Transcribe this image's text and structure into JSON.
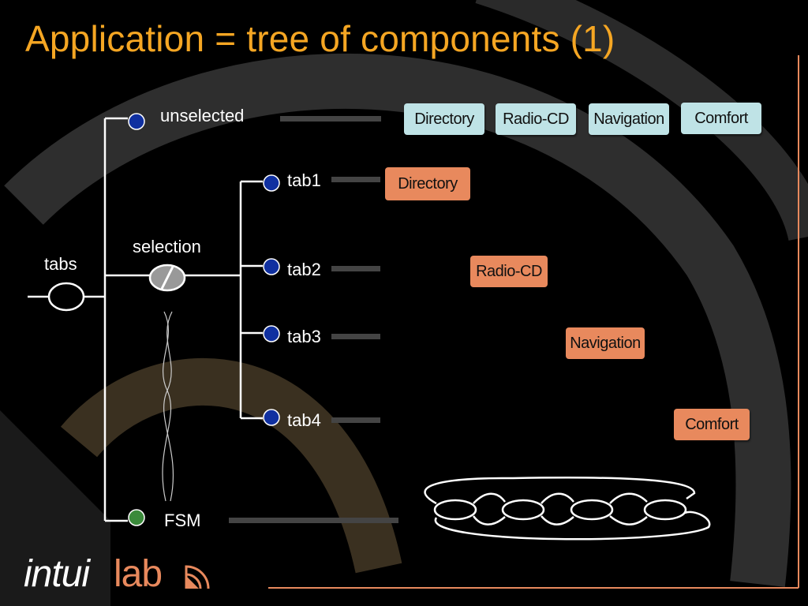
{
  "title": "Application = tree of components (1)",
  "nodes": {
    "tabs": "tabs",
    "selection": "selection",
    "unselected": "unselected",
    "tab1": "tab1",
    "tab2": "tab2",
    "tab3": "tab3",
    "tab4": "tab4",
    "fsm": "FSM"
  },
  "unselected_components": [
    "Directory",
    "Radio-CD",
    "Navigation",
    "Comfort"
  ],
  "tab_components": [
    "Directory",
    "Radio-CD",
    "Navigation",
    "Comfort"
  ],
  "logo": {
    "part1": "intui",
    "part2": "lab"
  },
  "colors": {
    "title": "#f5a623",
    "accent_orange": "#e8895d",
    "box_blue": "#bfe3e6",
    "node_blue": "#1030a0",
    "node_green": "#3a8a3a",
    "connector_gray": "#444444"
  }
}
